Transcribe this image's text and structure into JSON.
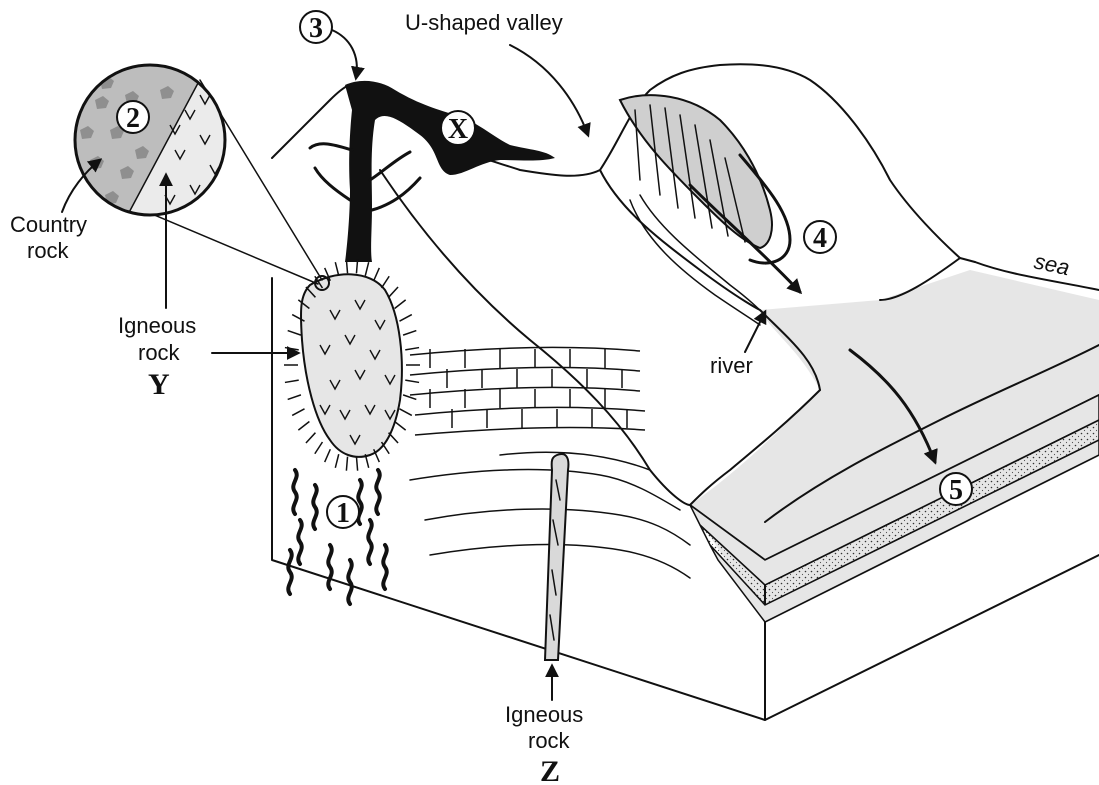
{
  "labels": {
    "u_valley": "U-shaped valley",
    "sea": "sea",
    "river": "river",
    "country_rock_1": "Country",
    "country_rock_2": "rock",
    "igneous_y_1": "Igneous",
    "igneous_y_2": "rock",
    "igneous_y_3": "Y",
    "igneous_z_1": "Igneous",
    "igneous_z_2": "rock",
    "igneous_z_3": "Z"
  },
  "markers": {
    "m1": "1",
    "m2": "2",
    "m3": "3",
    "m4": "4",
    "m5": "5",
    "mx": "X"
  },
  "colors": {
    "ink": "#111111",
    "shade_light": "#e6e6e6",
    "shade_mid": "#cfcfcf",
    "shade_dark": "#9a9a9a",
    "paper": "#ffffff"
  }
}
